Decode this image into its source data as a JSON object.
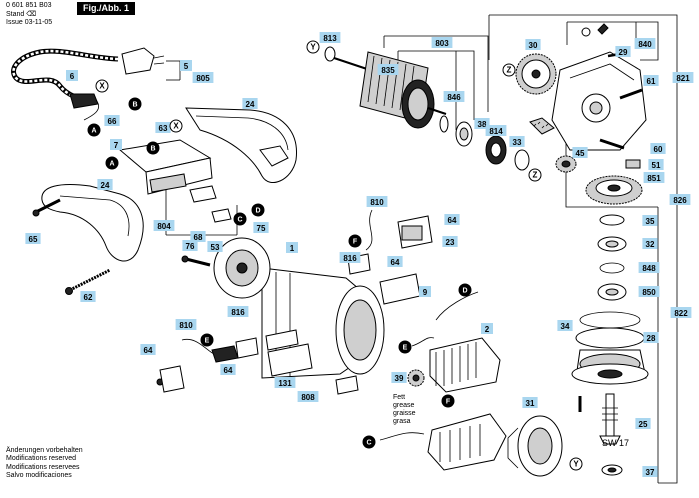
{
  "header": {
    "part_number": "0 601 851 B03",
    "stand_label": "Stand",
    "issue_label": "Issue",
    "issue_date": "03-11-05",
    "fig_label": "Fig./Abb. 1"
  },
  "notes": [
    "Änderungen vorbehalten",
    "Modifications reserved",
    "Modifications reservees",
    "Salvo modificaciones"
  ],
  "grease_label": [
    "Fett",
    "grease",
    "graisse",
    "grasa"
  ],
  "spanner_label": "SW 17",
  "colors": {
    "label_fill": "#a9d6ef",
    "ink": "#000000"
  },
  "part_labels": [
    "813",
    "803",
    "30",
    "840",
    "29",
    "821",
    "61",
    "60",
    "51",
    "851",
    "826",
    "835",
    "846",
    "38",
    "814",
    "33",
    "45",
    "5",
    "805",
    "6",
    "24",
    "66",
    "63",
    "7",
    "9",
    "76",
    "810",
    "816",
    "23",
    "64",
    "53",
    "68",
    "75",
    "804",
    "65",
    "62",
    "1",
    "2",
    "39",
    "131",
    "808",
    "34",
    "28",
    "35",
    "32",
    "848",
    "850",
    "822",
    "37",
    "25",
    "31"
  ],
  "letter_callouts": [
    "A",
    "B",
    "C",
    "D",
    "E",
    "F",
    "X",
    "Y",
    "Z"
  ]
}
